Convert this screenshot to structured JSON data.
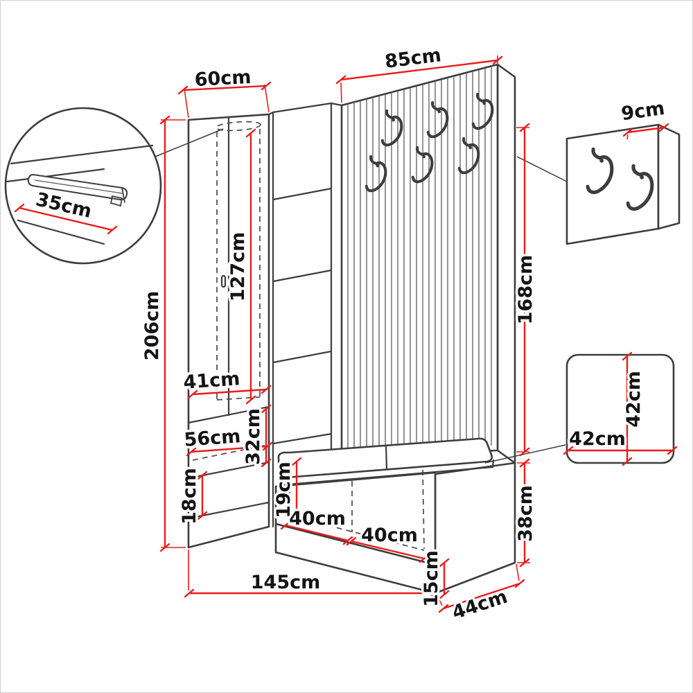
{
  "colors": {
    "dimension_red": "#e81c1c",
    "drawing_line": "#3d3d3d",
    "background": "#ffffff"
  },
  "labels": {
    "wardrobe_width": "60cm",
    "panel_width": "85cm",
    "hook_panel_depth": "9cm",
    "rail_length": "35cm",
    "total_height": "206cm",
    "hanging_space_height": "127cm",
    "wardrobe_inner_width": "41cm",
    "lower_inner_width": "56cm",
    "lower_inner_height": "32cm",
    "shelf_space_height": "18cm",
    "bench_inner_height": "19cm",
    "bench_compartment_a_width": "40cm",
    "bench_compartment_b_width": "40cm",
    "total_width": "145cm",
    "plinth_height": "15cm",
    "bench_depth": "44cm",
    "bench_height": "38cm",
    "panel_height": "168cm",
    "seat_depth": "42cm",
    "seat_width_section": "42cm"
  }
}
